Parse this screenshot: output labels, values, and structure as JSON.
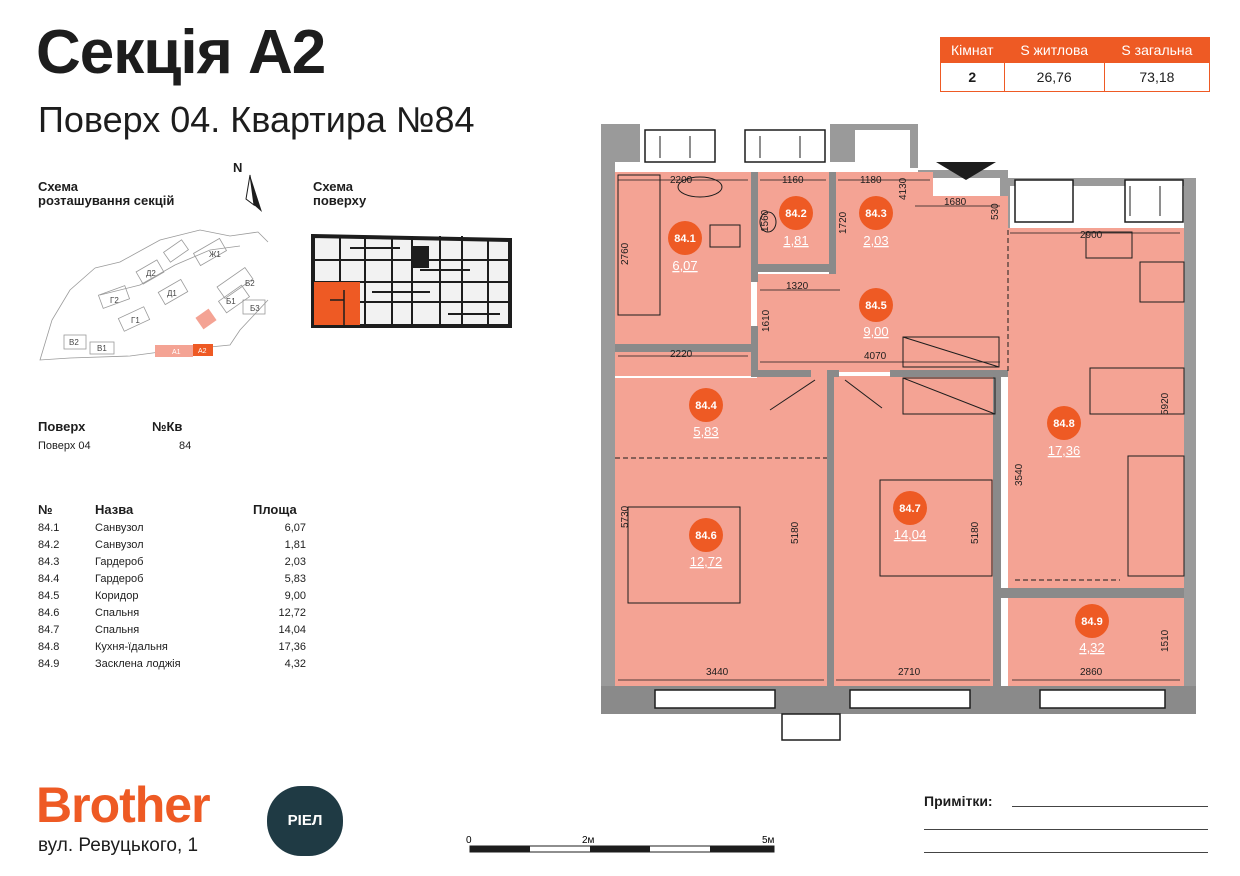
{
  "header": {
    "title": "Секція А2",
    "subtitle": "Поверх 04. Квартира №84"
  },
  "summary": {
    "headers": [
      "Кімнат",
      "S житлова",
      "S загальна"
    ],
    "values": [
      "2",
      "26,76",
      "73,18"
    ]
  },
  "schemes": {
    "sections_label_1": "Схема",
    "sections_label_2": "розташування секцій",
    "floor_label_1": "Схема",
    "floor_label_2": "поверху",
    "north": "N",
    "section_tags": [
      "Ж1",
      "Д2",
      "Д1",
      "Г2",
      "Г1",
      "В2",
      "В1",
      "Б2",
      "Б1",
      "Б3",
      "А1",
      "А2"
    ]
  },
  "info": {
    "floor_label": "Поверх",
    "apt_label": "№Кв",
    "floor_value": "Поверх 04",
    "apt_value": "84"
  },
  "rooms": {
    "headers": [
      "№",
      "Назва",
      "Площа"
    ],
    "items": [
      {
        "num": "84.1",
        "name": "Санвузол",
        "area": "6,07"
      },
      {
        "num": "84.2",
        "name": "Санвузол",
        "area": "1,81"
      },
      {
        "num": "84.3",
        "name": "Гардероб",
        "area": "2,03"
      },
      {
        "num": "84.4",
        "name": "Гардероб",
        "area": "5,83"
      },
      {
        "num": "84.5",
        "name": "Коридор",
        "area": "9,00"
      },
      {
        "num": "84.6",
        "name": "Спальня",
        "area": "12,72"
      },
      {
        "num": "84.7",
        "name": "Спальня",
        "area": "14,04"
      },
      {
        "num": "84.8",
        "name": "Кухня-їдальня",
        "area": "17,36"
      },
      {
        "num": "84.9",
        "name": "Засклена лоджія",
        "area": "4,32"
      }
    ]
  },
  "plan": {
    "markers": [
      {
        "label": "84.1",
        "area": "6,07"
      },
      {
        "label": "84.2",
        "area": "1,81"
      },
      {
        "label": "84.3",
        "area": "2,03"
      },
      {
        "label": "84.4",
        "area": "5,83"
      },
      {
        "label": "84.5",
        "area": "9,00"
      },
      {
        "label": "84.6",
        "area": "12,72"
      },
      {
        "label": "84.7",
        "area": "14,04"
      },
      {
        "label": "84.8",
        "area": "17,36"
      },
      {
        "label": "84.9",
        "area": "4,32"
      }
    ],
    "dimensions": [
      "2200",
      "1160",
      "1180",
      "4130",
      "1680",
      "530",
      "2900",
      "2760",
      "1560",
      "1720",
      "1320",
      "1610",
      "2220",
      "4070",
      "5920",
      "3540",
      "5730",
      "5180",
      "5180",
      "3440",
      "2710",
      "2860",
      "1510"
    ],
    "colors": {
      "room_fill": "#f4a394",
      "accent": "#ee5a24",
      "wall": "#8a8a8a"
    }
  },
  "scale": {
    "labels": [
      "0",
      "2м",
      "5м"
    ]
  },
  "footer": {
    "brand": "Brother",
    "riel": "РІЕЛ",
    "address": "вул. Ревуцького, 1",
    "notes_label": "Примітки:"
  }
}
